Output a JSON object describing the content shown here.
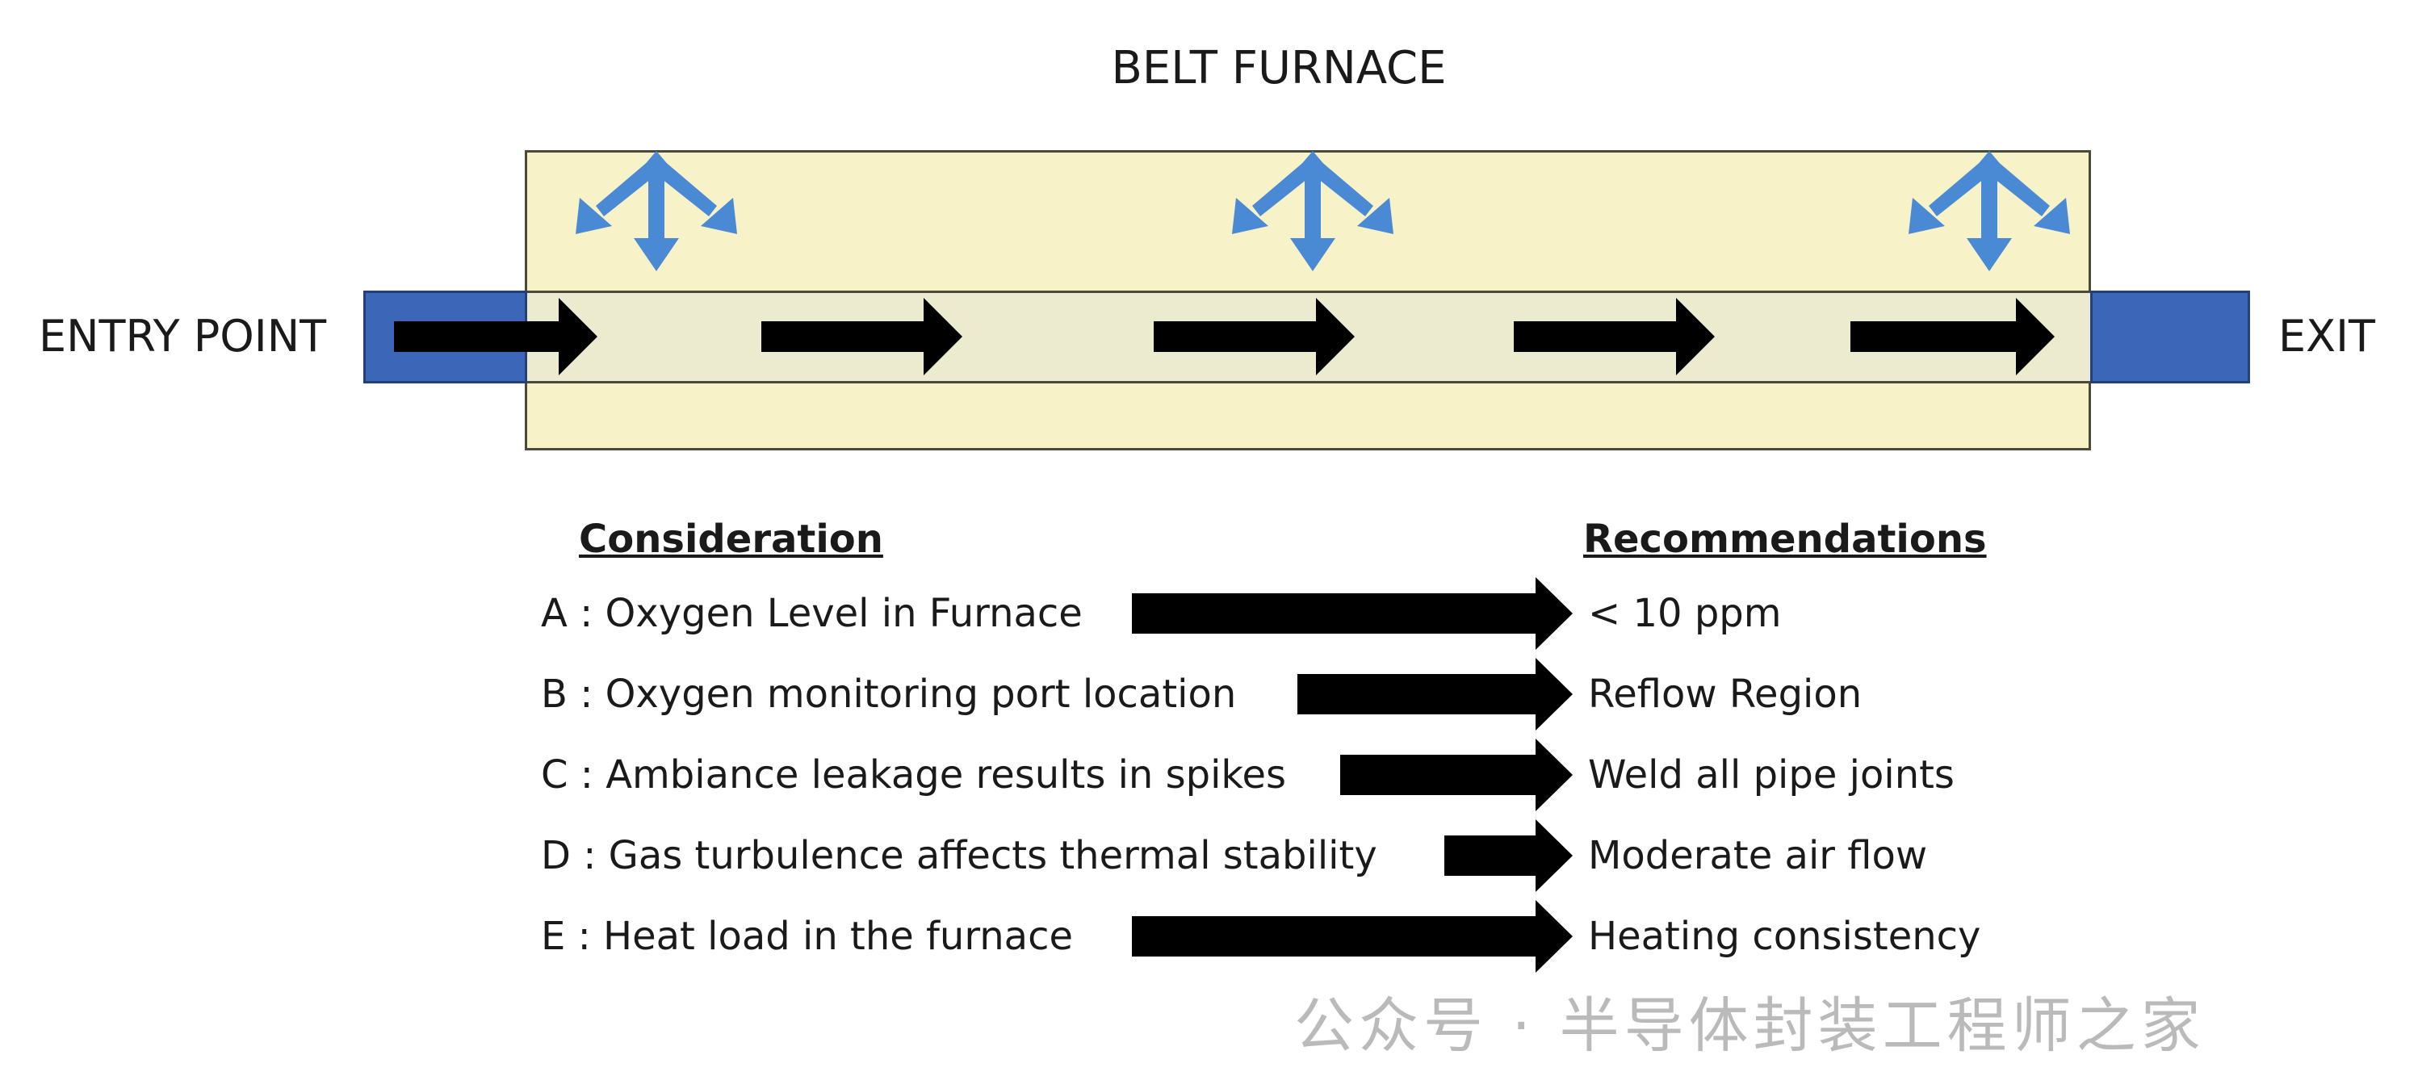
{
  "title": "BELT FURNACE",
  "entry_label": "ENTRY POINT",
  "exit_label": "EXIT",
  "colors": {
    "furnace_fill": "#f8f2c9",
    "belt_fill": "#ecebcf",
    "entry_exit": "#3c66b8",
    "gas_arrows": "#4a8ad4",
    "flow_arrows": "#000000"
  },
  "table": {
    "consideration_header": "Consideration",
    "recommendation_header": "Recommendations",
    "rows": [
      {
        "consideration": "A : Oxygen Level in Furnace",
        "recommendation": "< 10 ppm"
      },
      {
        "consideration": "B : Oxygen monitoring port location",
        "recommendation": "Reflow Region"
      },
      {
        "consideration": "C : Ambiance leakage results in spikes",
        "recommendation": "Weld all pipe joints"
      },
      {
        "consideration": "D : Gas turbulence affects thermal stability",
        "recommendation": "Moderate air flow"
      },
      {
        "consideration": "E : Heat load in the furnace",
        "recommendation": "Heating consistency"
      }
    ]
  },
  "watermark": "公众号 · 半导体封装工程师之家"
}
